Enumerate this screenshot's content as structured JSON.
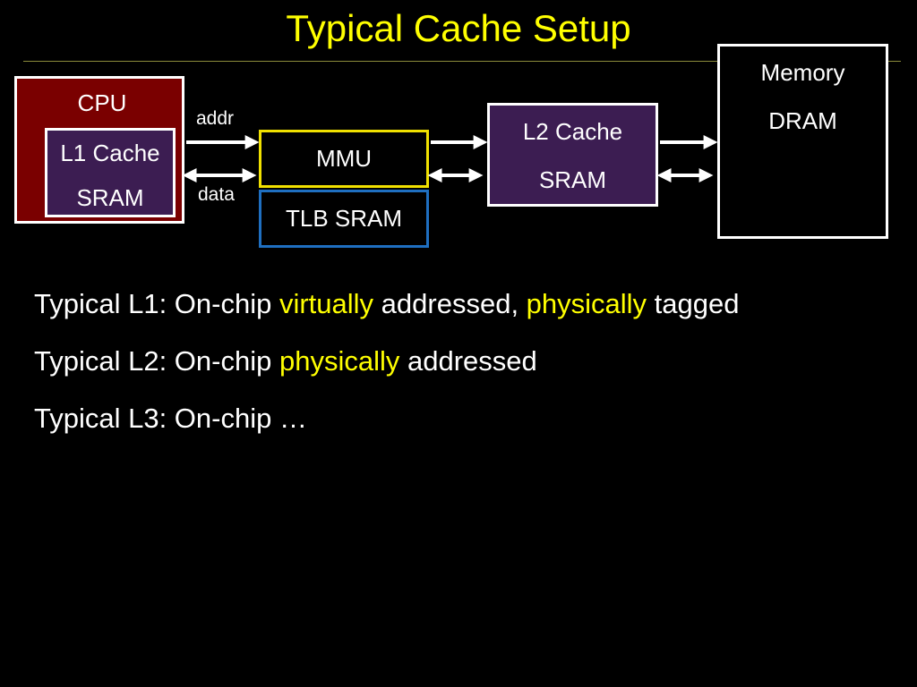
{
  "slide": {
    "title": "Typical Cache Setup"
  },
  "diagram": {
    "cpu": {
      "label": "CPU"
    },
    "l1": {
      "line1": "L1 Cache",
      "line2": "SRAM"
    },
    "mmu": {
      "label": "MMU"
    },
    "tlb": {
      "label": "TLB SRAM"
    },
    "l2": {
      "line1": "L2 Cache",
      "line2": "SRAM"
    },
    "memory": {
      "line1": "Memory",
      "line2": "DRAM"
    },
    "wires": {
      "addr": "addr",
      "data": "data"
    }
  },
  "bullets": [
    {
      "p1": "Typical L1: On-chip ",
      "h1": "virtually",
      "p2": " addressed, ",
      "h2": "physically",
      "p3": " tagged"
    },
    {
      "p1": "Typical L2: On-chip ",
      "h1": "physically",
      "p2": " addressed"
    },
    {
      "p1": "Typical L3: On-chip …"
    }
  ],
  "colors": {
    "background": "#000000",
    "title": "#ffff00",
    "highlight": "#ffff00",
    "cpu_fill": "#7a0000",
    "cache_fill": "#3c1d52",
    "mmu_border": "#f0e000",
    "tlb_border": "#1f6fc0"
  }
}
